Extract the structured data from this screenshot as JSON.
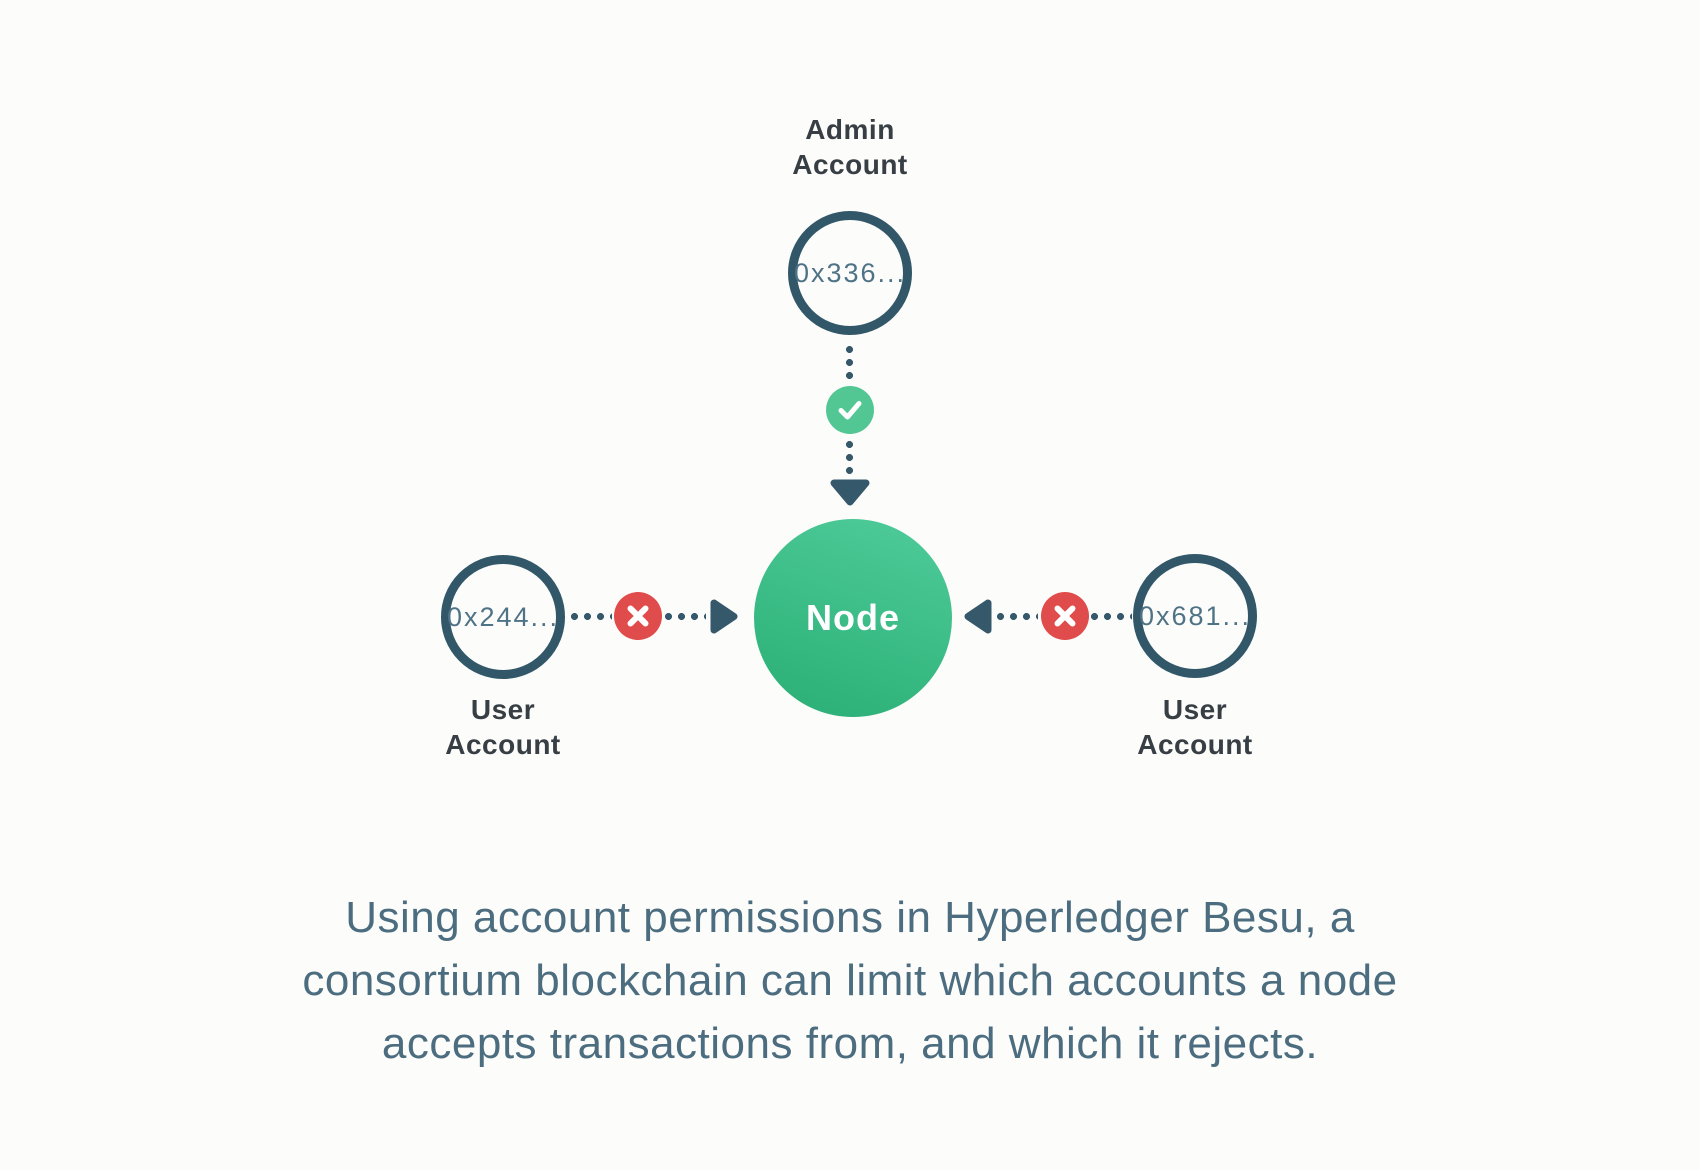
{
  "colors": {
    "bg": "#fcfcfb",
    "slate": "#35586b",
    "stroke": "#315768",
    "label": "#373e44",
    "addr": "#4f7386",
    "green1": "#4cc997",
    "green2": "#2eb279",
    "check": "#52c793",
    "red": "#e04b4b",
    "caption": "#4c6d7f"
  },
  "diagram": {
    "admin": {
      "label_line1": "Admin",
      "label_line2": "Account",
      "address": "0x336..."
    },
    "node": {
      "label": "Node"
    },
    "user_left": {
      "label_line1": "User",
      "label_line2": "Account",
      "address": "0x244..."
    },
    "user_right": {
      "label_line1": "User",
      "label_line2": "Account",
      "address": "0x681..."
    },
    "connections": [
      {
        "from": "admin-account",
        "to": "node",
        "status": "allowed",
        "badge": "check"
      },
      {
        "from": "user-account-left",
        "to": "node",
        "status": "rejected",
        "badge": "cross"
      },
      {
        "from": "user-account-right",
        "to": "node",
        "status": "rejected",
        "badge": "cross"
      }
    ]
  },
  "caption": {
    "line1": "Using account permissions in Hyperledger Besu, a",
    "line2": "consortium blockchain can limit which accounts a node",
    "line3": "accepts transactions from, and which it rejects."
  }
}
